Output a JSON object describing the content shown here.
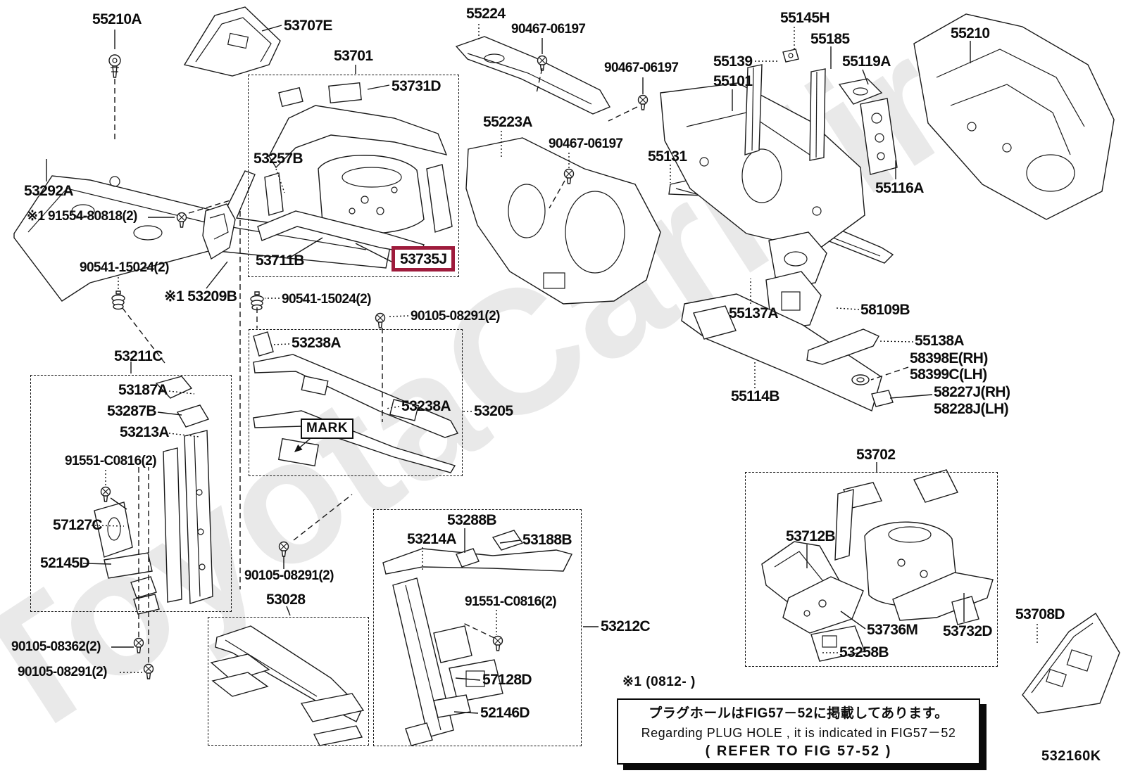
{
  "diagram": {
    "code": "532160K",
    "watermark": "ToyotaCarMire",
    "footnote": "※1 (0812-        )",
    "note": {
      "jp": "プラグホールはFIG57－52に掲載してあります。",
      "en": "Regarding PLUG HOLE , it is indicated in FIG57－52",
      "ref": "(      REFER TO FIG 57-52      )"
    },
    "highlight_color": "#9e1b3c"
  },
  "labels": {
    "p55210A": "55210A",
    "p53707E": "53707E",
    "p53701": "53701",
    "p53731D": "53731D",
    "p53257B": "53257B",
    "p53711B": "53711B",
    "p53735J": "53735J",
    "p53292A": "53292A",
    "p91554_80818": "※1 91554-80818(2)",
    "p90541_15024_a": "90541-15024(2)",
    "p53209B": "※1 53209B",
    "p53211C": "53211C",
    "p53187A": "53187A",
    "p53287B": "53287B",
    "p53213A": "53213A",
    "p91551_C0816_a": "91551-C0816(2)",
    "p57127C": "57127C",
    "p52145D": "52145D",
    "p90105_08362": "90105-08362(2)",
    "p90105_08291_a": "90105-08291(2)",
    "p55224": "55224",
    "p90467_a": "90467-06197",
    "p90467_b": "90467-06197",
    "p55223A": "55223A",
    "p90467_c": "90467-06197",
    "p55131": "55131",
    "p55145H": "55145H",
    "p55185": "55185",
    "p55139": "55139",
    "p55101": "55101",
    "p55119A": "55119A",
    "p55210": "55210",
    "p55116A": "55116A",
    "p55137A": "55137A",
    "p58109B": "58109B",
    "p55138A": "55138A",
    "p58398E": "58398E(RH)",
    "p58399C": "58399C(LH)",
    "p58227J": "58227J(RH)",
    "p58228J": "58228J(LH)",
    "p55114B": "55114B",
    "p53238A_a": "53238A",
    "p90541_15024_b": "90541-15024(2)",
    "p90105_08291_b": "90105-08291(2)",
    "p53238A_b": "53238A",
    "p53205": "53205",
    "pMARK": "MARK",
    "p53028": "53028",
    "p90105_08291_c": "90105-08291(2)",
    "p53288B": "53288B",
    "p53214A": "53214A",
    "p53188B": "53188B",
    "p91551_C0816_b": "91551-C0816(2)",
    "p53212C": "53212C",
    "p57128D": "57128D",
    "p52146D": "52146D",
    "p53702": "53702",
    "p53712B": "53712B",
    "p53736M": "53736M",
    "p53732D": "53732D",
    "p53258B": "53258B",
    "p53708D": "53708D"
  }
}
